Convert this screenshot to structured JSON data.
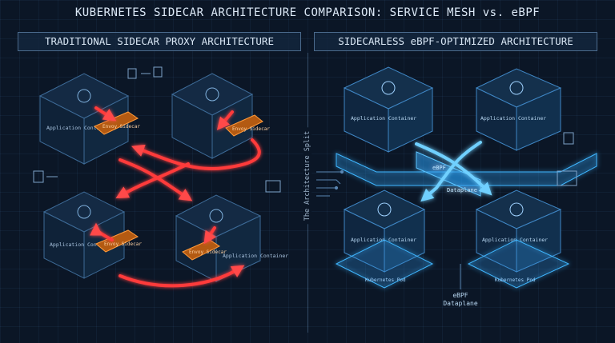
{
  "title": "KUBERNETES SIDECAR ARCHITECTURE COMPARISON: SERVICE MESH vs. eBPF",
  "left_panel": {
    "header": "TRADITIONAL SIDECAR PROXY ARCHITECTURE",
    "app_label": "Application Container",
    "proxy_label": "Envoy Sidecar"
  },
  "split_label": "The Architecture Split",
  "right_panel": {
    "header": "SIDECARLESS eBPF-OPTIMIZED ARCHITECTURE",
    "app_label": "Application Container",
    "pod_label": "Kubernetes Pod",
    "ebpf_label": "eBPF",
    "dataplane_label": "Dataplane",
    "bottom_label_line1": "eBPF",
    "bottom_label_line2": "Dataplane"
  },
  "colors": {
    "accent_red": "#ff3b3b",
    "accent_orange": "#d9701e",
    "accent_cyan": "#3fb6ff"
  }
}
